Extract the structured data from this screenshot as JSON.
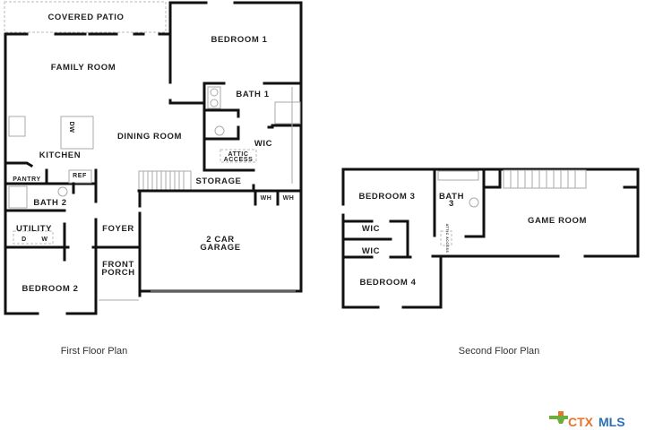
{
  "first_floor": {
    "caption": "First Floor Plan",
    "rooms": {
      "covered_patio": "COVERED PATIO",
      "bedroom1": "BEDROOM 1",
      "family_room": "FAMILY ROOM",
      "bath1": "BATH 1",
      "dining_room": "DINING ROOM",
      "wic": "WIC",
      "attic_access_1": "ATTIC",
      "attic_access_2": "ACCESS",
      "kitchen": "KITCHEN",
      "ref": "REF",
      "pantry": "PANTRY",
      "storage": "STORAGE",
      "wh1": "WH",
      "wh2": "WH",
      "bath2": "BATH 2",
      "utility": "UTILITY",
      "dryer": "D",
      "washer": "W",
      "foyer": "FOYER",
      "garage_1": "2 CAR",
      "garage_2": "GARAGE",
      "front_porch_1": "FRONT",
      "front_porch_2": "PORCH",
      "bedroom2": "BEDROOM 2",
      "dw": "DW"
    }
  },
  "second_floor": {
    "caption": "Second Floor Plan",
    "rooms": {
      "bedroom3": "BEDROOM 3",
      "bath3_1": "BATH",
      "bath3_2": "3",
      "game_room": "GAME ROOM",
      "wic_a": "WIC",
      "wic_b": "WIC",
      "attic": "ATTIC ACCESS",
      "bedroom4": "BEDROOM 4"
    }
  },
  "logo": {
    "text_a": "CTX",
    "text_b": "MLS",
    "color_a": "#e8742a",
    "color_b": "#2a6fb5"
  }
}
